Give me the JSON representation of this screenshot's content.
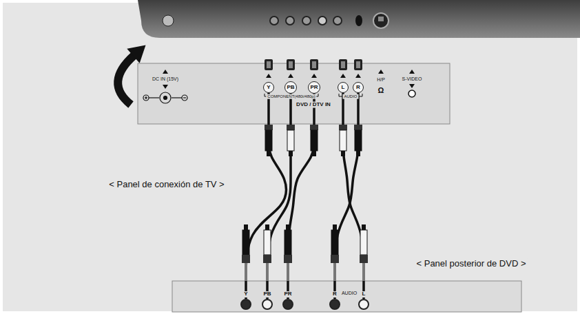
{
  "diagram": {
    "nodes": [
      {
        "text": [
          "Y"
        ]
      },
      {
        "text": [
          "PB"
        ]
      },
      {
        "text": [
          "PR"
        ]
      },
      {
        "text": [
          "L"
        ]
      },
      {
        "text": [
          "R"
        ]
      },
      {
        "text": [
          "Y"
        ]
      },
      {
        "text": [
          "PB"
        ]
      },
      {
        "text": [
          "PR"
        ]
      },
      {
        "text": [
          "R"
        ]
      },
      {
        "text": [
          "L"
        ]
      }
    ],
    "edges": [
      {
        "from": 0,
        "to": 5,
        "arrow": "none"
      },
      {
        "from": 1,
        "to": 6,
        "arrow": "none"
      },
      {
        "from": 2,
        "to": 7,
        "arrow": "none"
      },
      {
        "from": 3,
        "to": 9,
        "arrow": "none"
      },
      {
        "from": 4,
        "to": 8,
        "arrow": "none"
      }
    ],
    "labels": [
      "DC IN (15V)",
      "COMPONENT(480i/480p)",
      "AUDIO",
      "DVD / DTV IN",
      "H/P",
      "Ω",
      "S-VIDEO",
      "< Panel de conexión de TV >",
      "AUDIO",
      "< Panel posterior de DVD >"
    ]
  }
}
